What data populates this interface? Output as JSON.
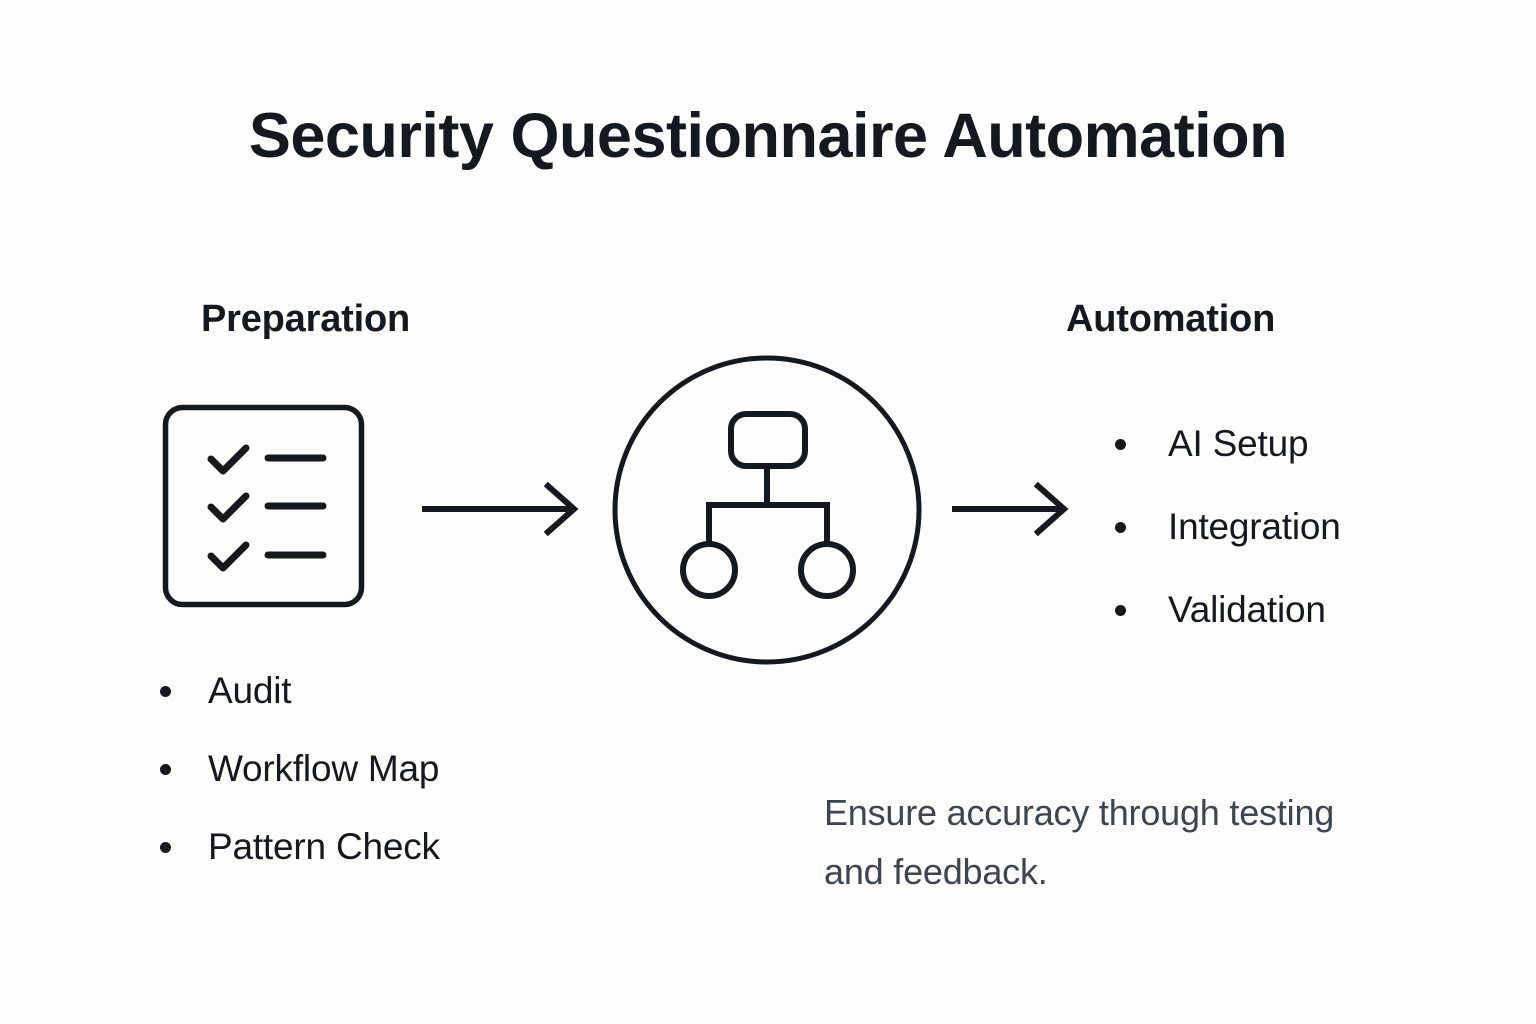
{
  "slide": {
    "title": "Security Questionnaire Automation",
    "background_color": "#fdfdfb",
    "text_color": "#14181f",
    "muted_text_color": "#3c4550"
  },
  "left_column": {
    "heading": "Preparation",
    "icon": "checklist-icon",
    "items": [
      {
        "label": "Audit"
      },
      {
        "label": "Workflow Map"
      },
      {
        "label": "Pattern Check"
      }
    ]
  },
  "center": {
    "icon": "network-hierarchy-icon"
  },
  "right_column": {
    "heading": "Automation",
    "items": [
      {
        "label": "AI Setup"
      },
      {
        "label": "Integration"
      },
      {
        "label": "Validation"
      }
    ],
    "caption": "Ensure accuracy through testing and feedback."
  },
  "connectors": [
    {
      "name": "flow-arrow-1",
      "direction": "right"
    },
    {
      "name": "flow-arrow-2",
      "direction": "right"
    }
  ]
}
